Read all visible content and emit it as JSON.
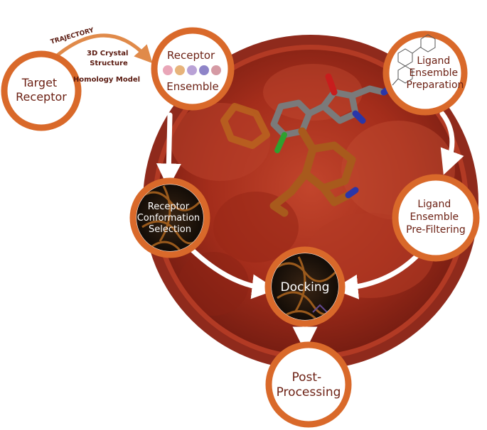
{
  "diagram": {
    "nodes": {
      "target_receptor": {
        "lines": [
          "Target",
          "Receptor"
        ]
      },
      "receptor_ensemble": {
        "lines": [
          "Receptor",
          "Ensemble"
        ]
      },
      "ligand_ensemble_preparation": {
        "lines": [
          "Ligand",
          "Ensemble",
          "Preparation"
        ]
      },
      "receptor_conformation_selection": {
        "lines": [
          "Receptor",
          "Conformation",
          "Selection"
        ]
      },
      "ligand_ensemble_prefiltering": {
        "lines": [
          "Ligand",
          "Ensemble",
          "Pre-Filtering"
        ]
      },
      "docking": {
        "lines": [
          "Docking"
        ]
      },
      "post_processing": {
        "lines": [
          "Post-",
          "Processing"
        ]
      }
    },
    "arc_labels": {
      "trajectory": "TRAJECTORY",
      "crystal": [
        "3D Crystal",
        "Structure"
      ],
      "homology": "Homology Model"
    },
    "colors": {
      "ring_orange": "#d9692a",
      "outer_ring": "#8f2a1c",
      "background_red": "#a52e1c",
      "dark_text": "#6b1f12",
      "arrow_white": "#ffffff"
    }
  }
}
